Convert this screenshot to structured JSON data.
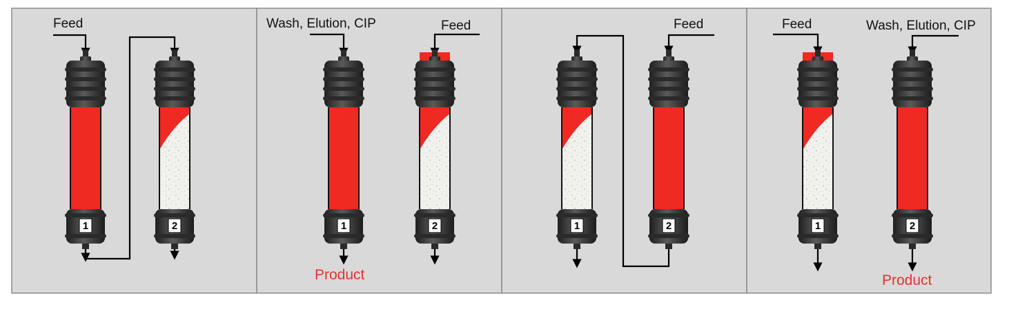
{
  "colors": {
    "panel_bg": "#d9d9d9",
    "panel_border": "#8a8a8a",
    "product_label": "#e8322a",
    "product_fill": "#ee2a22",
    "resin": "#f1f1ee",
    "housing": "#3a3a3a",
    "arrow": "#000000"
  },
  "panels": [
    {
      "labels": [
        {
          "text": "Feed"
        }
      ],
      "columns": [
        {
          "number": "1",
          "fill": "full",
          "top_highlight": false
        },
        {
          "number": "2",
          "fill": "partial",
          "top_highlight": false
        }
      ]
    },
    {
      "labels": [
        {
          "text": "Wash, Elution, CIP"
        },
        {
          "text": "Feed"
        },
        {
          "text": "Product"
        }
      ],
      "columns": [
        {
          "number": "1",
          "fill": "full",
          "top_highlight": false
        },
        {
          "number": "2",
          "fill": "partial",
          "top_highlight": true
        }
      ]
    },
    {
      "labels": [
        {
          "text": "Feed"
        }
      ],
      "columns": [
        {
          "number": "1",
          "fill": "partial",
          "top_highlight": false
        },
        {
          "number": "2",
          "fill": "full",
          "top_highlight": false
        }
      ]
    },
    {
      "labels": [
        {
          "text": "Feed"
        },
        {
          "text": "Wash, Elution, CIP"
        },
        {
          "text": "Product"
        }
      ],
      "columns": [
        {
          "number": "1",
          "fill": "partial",
          "top_highlight": true
        },
        {
          "number": "2",
          "fill": "full",
          "top_highlight": false
        }
      ]
    }
  ]
}
